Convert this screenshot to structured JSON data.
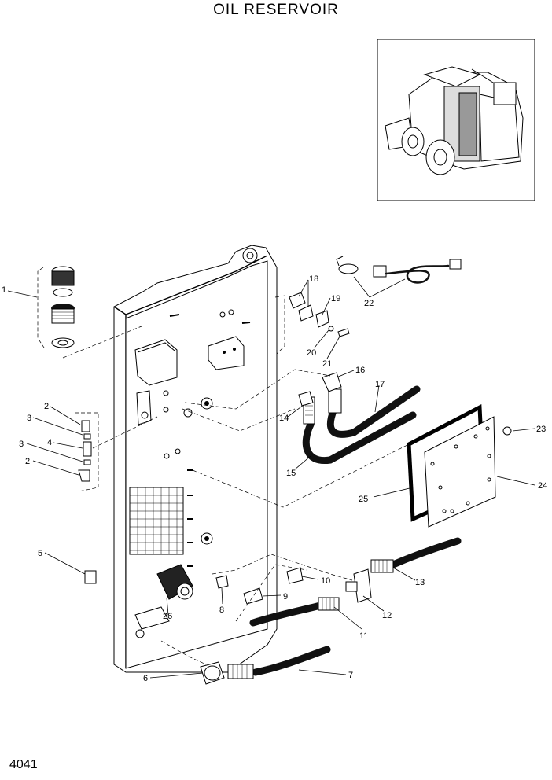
{
  "title": "OIL RESERVOIR",
  "page_number": "4041",
  "callouts": [
    {
      "id": "c1",
      "label": "1"
    },
    {
      "id": "c2a",
      "label": "2"
    },
    {
      "id": "c3a",
      "label": "3"
    },
    {
      "id": "c4",
      "label": "4"
    },
    {
      "id": "c3b",
      "label": "3"
    },
    {
      "id": "c2b",
      "label": "2"
    },
    {
      "id": "c5",
      "label": "5"
    },
    {
      "id": "c6",
      "label": "6"
    },
    {
      "id": "c7",
      "label": "7"
    },
    {
      "id": "c8",
      "label": "8"
    },
    {
      "id": "c9",
      "label": "9"
    },
    {
      "id": "c10",
      "label": "10"
    },
    {
      "id": "c11",
      "label": "11"
    },
    {
      "id": "c12",
      "label": "12"
    },
    {
      "id": "c13",
      "label": "13"
    },
    {
      "id": "c14",
      "label": "14"
    },
    {
      "id": "c15",
      "label": "15"
    },
    {
      "id": "c16",
      "label": "16"
    },
    {
      "id": "c17",
      "label": "17"
    },
    {
      "id": "c18",
      "label": "18"
    },
    {
      "id": "c19",
      "label": "19"
    },
    {
      "id": "c20",
      "label": "20"
    },
    {
      "id": "c21",
      "label": "21"
    },
    {
      "id": "c22",
      "label": "22"
    },
    {
      "id": "c23",
      "label": "23"
    },
    {
      "id": "c24",
      "label": "24"
    },
    {
      "id": "c25",
      "label": "25"
    },
    {
      "id": "c26",
      "label": "26"
    }
  ]
}
